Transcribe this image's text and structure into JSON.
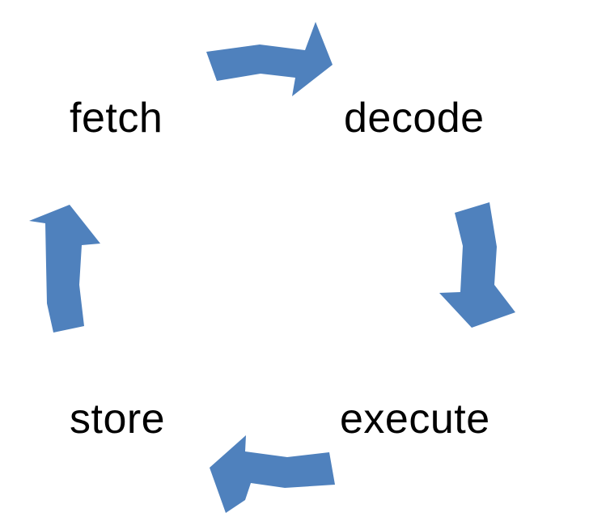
{
  "cycle": {
    "stages": [
      {
        "label": "fetch"
      },
      {
        "label": "decode"
      },
      {
        "label": "execute"
      },
      {
        "label": "store"
      }
    ],
    "arrow_color": "#4f81bd",
    "text_color": "#000000"
  }
}
